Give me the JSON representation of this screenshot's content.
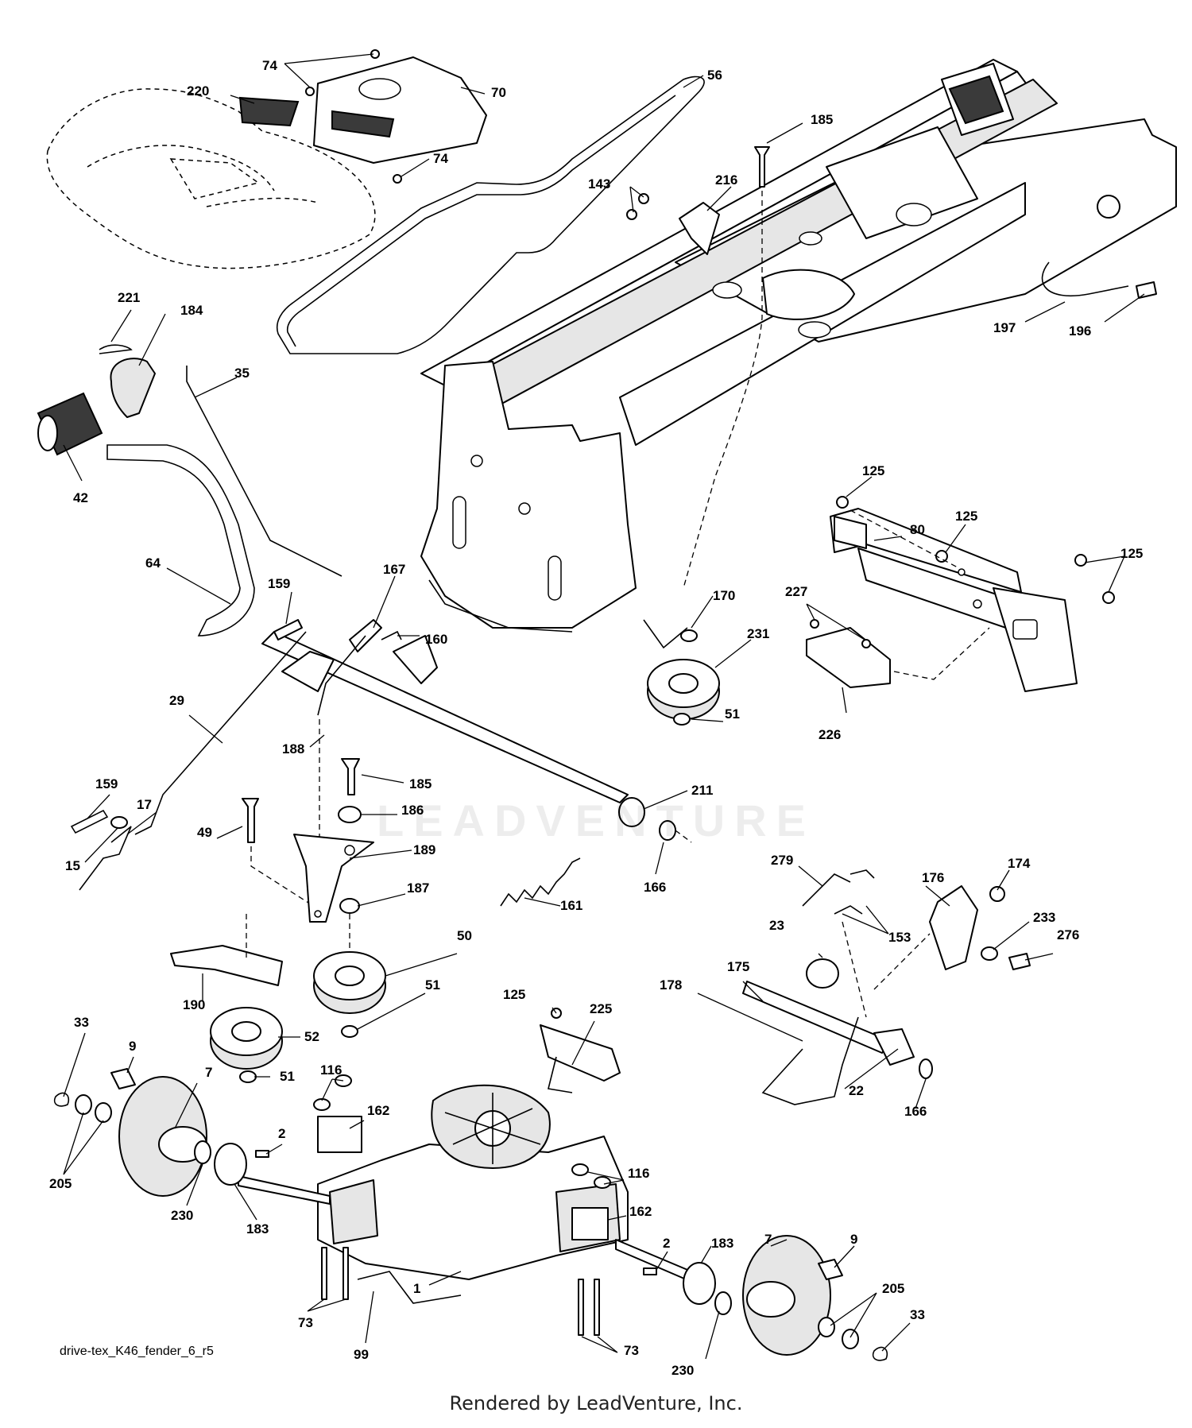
{
  "diagram": {
    "code": "drive-tex_K46_fender_6_r5",
    "rendered_by": "Rendered by LeadVenture, Inc.",
    "watermark": "LEADVENTURE",
    "callouts": [
      {
        "id": "74a",
        "text": "74"
      },
      {
        "id": "220",
        "text": "220"
      },
      {
        "id": "70",
        "text": "70"
      },
      {
        "id": "56",
        "text": "56"
      },
      {
        "id": "185a",
        "text": "185"
      },
      {
        "id": "74b",
        "text": "74"
      },
      {
        "id": "143",
        "text": "143"
      },
      {
        "id": "216",
        "text": "216"
      },
      {
        "id": "221",
        "text": "221"
      },
      {
        "id": "184",
        "text": "184"
      },
      {
        "id": "35",
        "text": "35"
      },
      {
        "id": "197",
        "text": "197"
      },
      {
        "id": "196",
        "text": "196"
      },
      {
        "id": "42",
        "text": "42"
      },
      {
        "id": "125a",
        "text": "125"
      },
      {
        "id": "80",
        "text": "80"
      },
      {
        "id": "125b",
        "text": "125"
      },
      {
        "id": "125c",
        "text": "125"
      },
      {
        "id": "64",
        "text": "64"
      },
      {
        "id": "159a",
        "text": "159"
      },
      {
        "id": "167",
        "text": "167"
      },
      {
        "id": "170",
        "text": "170"
      },
      {
        "id": "227",
        "text": "227"
      },
      {
        "id": "160",
        "text": "160"
      },
      {
        "id": "231",
        "text": "231"
      },
      {
        "id": "29",
        "text": "29"
      },
      {
        "id": "51a",
        "text": "51"
      },
      {
        "id": "226",
        "text": "226"
      },
      {
        "id": "188",
        "text": "188"
      },
      {
        "id": "185b",
        "text": "185"
      },
      {
        "id": "159b",
        "text": "159"
      },
      {
        "id": "211",
        "text": "211"
      },
      {
        "id": "17",
        "text": "17"
      },
      {
        "id": "186",
        "text": "186"
      },
      {
        "id": "49",
        "text": "49"
      },
      {
        "id": "189",
        "text": "189"
      },
      {
        "id": "15",
        "text": "15"
      },
      {
        "id": "166a",
        "text": "166"
      },
      {
        "id": "279",
        "text": "279"
      },
      {
        "id": "174",
        "text": "174"
      },
      {
        "id": "187",
        "text": "187"
      },
      {
        "id": "161",
        "text": "161"
      },
      {
        "id": "176",
        "text": "176"
      },
      {
        "id": "23",
        "text": "23"
      },
      {
        "id": "233",
        "text": "233"
      },
      {
        "id": "153",
        "text": "153"
      },
      {
        "id": "276",
        "text": "276"
      },
      {
        "id": "50",
        "text": "50"
      },
      {
        "id": "175",
        "text": "175"
      },
      {
        "id": "51b",
        "text": "51"
      },
      {
        "id": "178",
        "text": "178"
      },
      {
        "id": "190",
        "text": "190"
      },
      {
        "id": "125d",
        "text": "125"
      },
      {
        "id": "225",
        "text": "225"
      },
      {
        "id": "33a",
        "text": "33"
      },
      {
        "id": "9a",
        "text": "9"
      },
      {
        "id": "52",
        "text": "52"
      },
      {
        "id": "7a",
        "text": "7"
      },
      {
        "id": "116a",
        "text": "116"
      },
      {
        "id": "51c",
        "text": "51"
      },
      {
        "id": "22",
        "text": "22"
      },
      {
        "id": "166b",
        "text": "166"
      },
      {
        "id": "162a",
        "text": "162"
      },
      {
        "id": "205a",
        "text": "205"
      },
      {
        "id": "2a",
        "text": "2"
      },
      {
        "id": "116b",
        "text": "116"
      },
      {
        "id": "230a",
        "text": "230"
      },
      {
        "id": "183a",
        "text": "183"
      },
      {
        "id": "162b",
        "text": "162"
      },
      {
        "id": "2b",
        "text": "2"
      },
      {
        "id": "183b",
        "text": "183"
      },
      {
        "id": "9b",
        "text": "9"
      },
      {
        "id": "7b",
        "text": "7"
      },
      {
        "id": "1",
        "text": "1"
      },
      {
        "id": "205b",
        "text": "205"
      },
      {
        "id": "73a",
        "text": "73"
      },
      {
        "id": "99",
        "text": "99"
      },
      {
        "id": "33b",
        "text": "33"
      },
      {
        "id": "73b",
        "text": "73"
      },
      {
        "id": "230b",
        "text": "230"
      }
    ]
  }
}
